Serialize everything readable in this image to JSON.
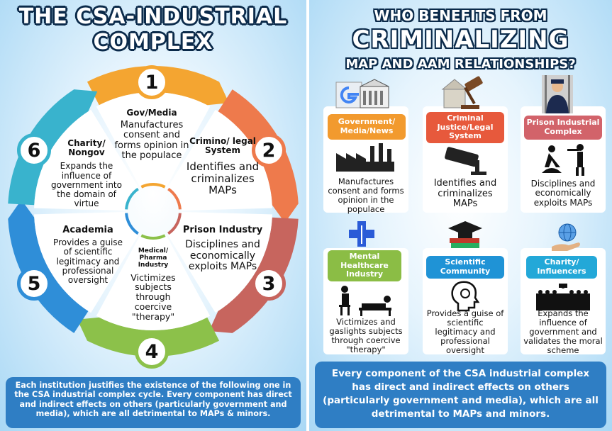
{
  "left": {
    "title_line1": "THE CSA-INDUSTRIAL",
    "title_line2": "COMPLEX",
    "segments": [
      {
        "number": "1",
        "title": "Gov/Media",
        "desc": "Manufactures consent and forms opinion in the populace",
        "color": "#f4a531"
      },
      {
        "number": "2",
        "title": "Crimino/ legal System",
        "desc": "Identifies and criminalizes MAPs",
        "color": "#ee7a4c"
      },
      {
        "number": "3",
        "title": "Prison Industry",
        "desc": "Disciplines and economically exploits MAPs",
        "color": "#c7655e"
      },
      {
        "number": "4",
        "title": "Medical/ Pharma Industry",
        "desc": "Victimizes subjects through coercive \"therapy\"",
        "color": "#8cc14a"
      },
      {
        "number": "5",
        "title": "Academia",
        "desc": "Provides a guise of scientific legitimacy and professional oversight",
        "color": "#2f8ed8"
      },
      {
        "number": "6",
        "title": "Charity/ Nongov",
        "desc": "Expands the influence of government into the domain of virtue",
        "color": "#39b3cd"
      }
    ],
    "footer": "Each institution justifies the existence of the following one in the CSA industrial complex cycle. Every component has direct and indirect effects on others (particularly government and media), which are all detrimental to MAPs & minors."
  },
  "right": {
    "title_line1": "WHO BENEFITS FROM",
    "title_line2": "CRIMINALIZING",
    "title_line3": "MAP AND AAM RELATIONSHIPS?",
    "cards": [
      {
        "label": "Government/ Media/News",
        "desc": "Manufactures consent and forms opinion in the populace",
        "color": "#f29a2e",
        "icon": "government-media-icon"
      },
      {
        "label": "Criminal Justice/Legal System",
        "desc": "Identifies and criminalizes MAPs",
        "color": "#e7593c",
        "icon": "gavel-camera-icon"
      },
      {
        "label": "Prison Industrial Complex",
        "desc": "Disciplines and economically exploits MAPs",
        "color": "#d2636a",
        "icon": "prison-labor-icon"
      },
      {
        "label": "Mental Healthcare Industry",
        "desc": "Victimizes and gaslights subjects through coercive \"therapy\"",
        "color": "#8bbd45",
        "icon": "therapy-icon"
      },
      {
        "label": "Scientific Community",
        "desc": "Provides a guise of scientific legitimacy and professional oversight",
        "color": "#1f93d6",
        "icon": "science-head-icon"
      },
      {
        "label": "Charity/ Influencers",
        "desc": "Expands the influence of government and validates the moral scheme",
        "color": "#23a8d8",
        "icon": "audience-icon"
      }
    ],
    "footer": "Every component of the CSA industrial complex has direct and indirect effects on others (particularly government and media), which are all detrimental to MAPs and minors."
  }
}
